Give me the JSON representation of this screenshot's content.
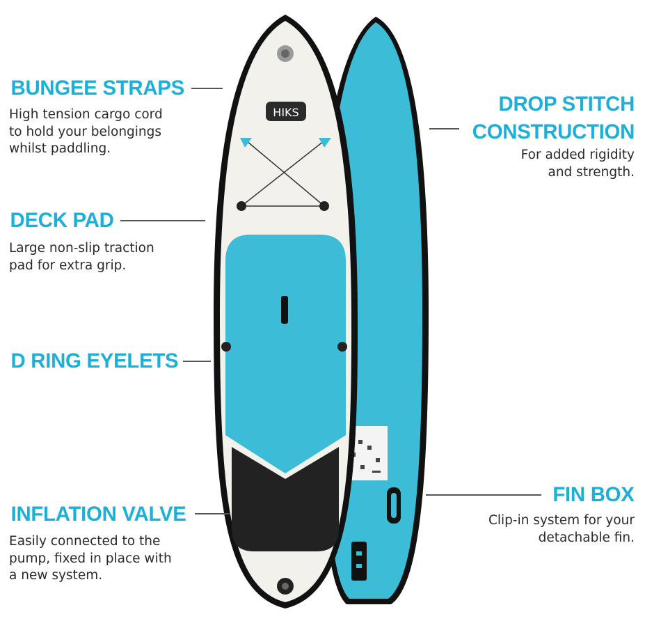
{
  "brand": "HIKS",
  "colors": {
    "heading": "#1cb0d8",
    "board_blue": "#3cbcd6",
    "deck_white": "#f2f1ec"
  },
  "features": {
    "bungee": {
      "title": "BUNGEE STRAPS",
      "lines": [
        "High tension cargo cord",
        "to hold your belongings",
        "whilst paddling."
      ]
    },
    "deck": {
      "title": "DECK PAD",
      "lines": [
        "Large non-slip traction",
        "pad for extra grip."
      ]
    },
    "dring": {
      "title": "D RING EYELETS"
    },
    "valve": {
      "title": "INFLATION VALVE",
      "lines": [
        "Easily connected to the",
        "pump, fixed in place with",
        "a new system."
      ]
    },
    "drop": {
      "title_lines": [
        "DROP STITCH",
        "CONSTRUCTION"
      ],
      "lines": [
        "For added rigidity",
        "and strength."
      ]
    },
    "fin": {
      "title": "FIN BOX",
      "lines": [
        "Clip-in system for your",
        "detachable fin."
      ]
    }
  }
}
